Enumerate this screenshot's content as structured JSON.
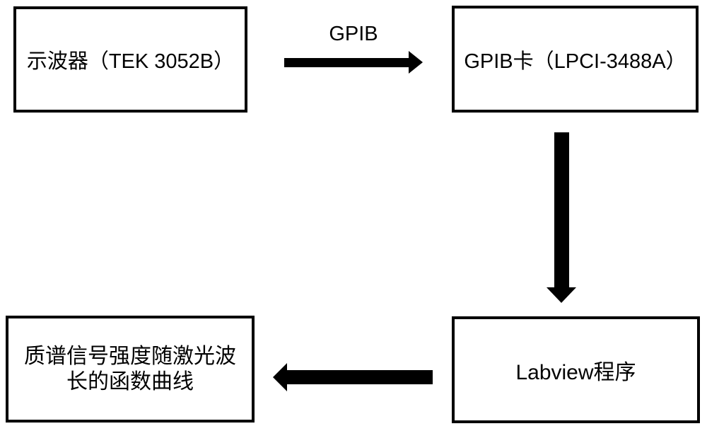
{
  "diagram": {
    "nodes": {
      "oscilloscope": {
        "label": "示波器（TEK 3052B）"
      },
      "gpib_card": {
        "label": "GPIB卡（LPCI-3488A）"
      },
      "labview": {
        "label": "Labview程序"
      },
      "result_curve": {
        "label": "质谱信号强度随激光波长的函数曲线"
      }
    },
    "edges": {
      "oscilloscope_to_gpib_card": {
        "label": "GPIB",
        "direction": "right"
      },
      "gpib_card_to_labview": {
        "label": "",
        "direction": "down"
      },
      "labview_to_result_curve": {
        "label": "",
        "direction": "left"
      }
    },
    "colors": {
      "ink": "#000000",
      "background": "#ffffff"
    }
  }
}
